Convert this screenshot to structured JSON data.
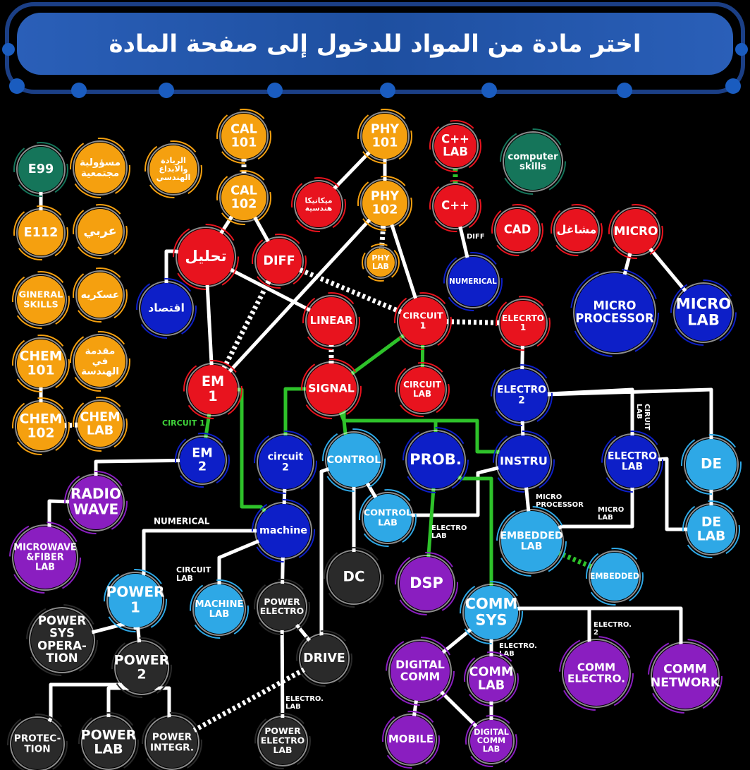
{
  "header": {
    "title": "اختر مادة من المواد للدخول إلى صفحة المادة"
  },
  "palette": {
    "orange": "#f5a00f",
    "green": "#15755a",
    "red": "#e8131e",
    "blue": "#0d1fc8",
    "cyan": "#2ea8e6",
    "purple": "#8a1ec0",
    "dark": "#2a2a2a",
    "link_white": "#ffffff",
    "link_green": "#2ec22a",
    "header": "#1e4fa0"
  },
  "nodes": [
    {
      "id": "e99",
      "lines": [
        "E99"
      ],
      "color": "green"
    },
    {
      "id": "social",
      "lines": [
        "مسؤولية",
        "مجتمعية"
      ],
      "color": "orange"
    },
    {
      "id": "e112",
      "lines": [
        "E112"
      ],
      "color": "orange"
    },
    {
      "id": "arabic",
      "lines": [
        "عربي"
      ],
      "color": "orange"
    },
    {
      "id": "gskills",
      "lines": [
        "GINERAL",
        "SKILLS"
      ],
      "color": "orange"
    },
    {
      "id": "military",
      "lines": [
        "عسكريه"
      ],
      "color": "orange"
    },
    {
      "id": "chem101",
      "lines": [
        "CHEM",
        "101"
      ],
      "color": "orange"
    },
    {
      "id": "intro",
      "lines": [
        "مقدمة",
        "في",
        "الهندسة"
      ],
      "color": "orange"
    },
    {
      "id": "chem102",
      "lines": [
        "CHEM",
        "102"
      ],
      "color": "orange"
    },
    {
      "id": "chemlab",
      "lines": [
        "CHEM",
        "LAB"
      ],
      "color": "orange"
    },
    {
      "id": "entre",
      "lines": [
        "الريادة",
        "والابداع",
        "الهندسي"
      ],
      "color": "orange"
    },
    {
      "id": "cal101",
      "lines": [
        "CAL",
        "101"
      ],
      "color": "orange"
    },
    {
      "id": "cal102",
      "lines": [
        "CAL",
        "102"
      ],
      "color": "orange"
    },
    {
      "id": "phy101",
      "lines": [
        "PHY",
        "101"
      ],
      "color": "orange"
    },
    {
      "id": "phy102",
      "lines": [
        "PHY",
        "102"
      ],
      "color": "orange"
    },
    {
      "id": "phylab",
      "lines": [
        "PHY",
        "LAB"
      ],
      "color": "orange"
    },
    {
      "id": "mech",
      "lines": [
        "ميكانيكا",
        "هندسية"
      ],
      "color": "red"
    },
    {
      "id": "cpplab",
      "lines": [
        "C++",
        "LAB"
      ],
      "color": "red"
    },
    {
      "id": "cpp",
      "lines": [
        "C++"
      ],
      "color": "red"
    },
    {
      "id": "cskills",
      "lines": [
        "computer",
        "skills"
      ],
      "color": "green"
    },
    {
      "id": "cad",
      "lines": [
        "CAD"
      ],
      "color": "red"
    },
    {
      "id": "workshop",
      "lines": [
        "مشاغل"
      ],
      "color": "red"
    },
    {
      "id": "micro",
      "lines": [
        "MICRO"
      ],
      "color": "red"
    },
    {
      "id": "analysis",
      "lines": [
        "تحليل"
      ],
      "color": "red"
    },
    {
      "id": "diff",
      "lines": [
        "DIFF"
      ],
      "color": "red"
    },
    {
      "id": "econ",
      "lines": [
        "اقتصاد"
      ],
      "color": "blue"
    },
    {
      "id": "numerical",
      "lines": [
        "NUMERICAL"
      ],
      "color": "blue"
    },
    {
      "id": "microproc",
      "lines": [
        "MICRO",
        "PROCESSOR"
      ],
      "color": "blue"
    },
    {
      "id": "microlab",
      "lines": [
        "MICRO",
        "LAB"
      ],
      "color": "blue"
    },
    {
      "id": "linear",
      "lines": [
        "LINEAR"
      ],
      "color": "red"
    },
    {
      "id": "circuit1",
      "lines": [
        "CIRCUIT",
        "1"
      ],
      "color": "red"
    },
    {
      "id": "elecrto1",
      "lines": [
        "ELECRTO",
        "1"
      ],
      "color": "red"
    },
    {
      "id": "em1",
      "lines": [
        "EM",
        "1"
      ],
      "color": "red"
    },
    {
      "id": "signal",
      "lines": [
        "SIGNAL"
      ],
      "color": "red"
    },
    {
      "id": "circuitlab",
      "lines": [
        "CIRCUIT",
        "LAB"
      ],
      "color": "red"
    },
    {
      "id": "electro2",
      "lines": [
        "ELECTRO",
        "2"
      ],
      "color": "blue"
    },
    {
      "id": "em2",
      "lines": [
        "EM",
        "2"
      ],
      "color": "blue"
    },
    {
      "id": "circuit2",
      "lines": [
        "circuit",
        "2"
      ],
      "color": "blue"
    },
    {
      "id": "control",
      "lines": [
        "CONTROL"
      ],
      "color": "cyan"
    },
    {
      "id": "prob",
      "lines": [
        "PROB."
      ],
      "color": "blue"
    },
    {
      "id": "instru",
      "lines": [
        "INSTRU"
      ],
      "color": "blue"
    },
    {
      "id": "electrolab",
      "lines": [
        "ELECTRO",
        "LAB"
      ],
      "color": "blue"
    },
    {
      "id": "de",
      "lines": [
        "DE"
      ],
      "color": "cyan"
    },
    {
      "id": "radio",
      "lines": [
        "RADIO",
        "WAVE"
      ],
      "color": "purple"
    },
    {
      "id": "controllab",
      "lines": [
        "CONTROL",
        "LAB"
      ],
      "color": "cyan"
    },
    {
      "id": "microwave",
      "lines": [
        "MICROWAVE",
        "&FIBER",
        "LAB"
      ],
      "color": "purple"
    },
    {
      "id": "machine",
      "lines": [
        "machine"
      ],
      "color": "blue"
    },
    {
      "id": "dc",
      "lines": [
        "DC"
      ],
      "color": "dark"
    },
    {
      "id": "dsp",
      "lines": [
        "DSP"
      ],
      "color": "purple"
    },
    {
      "id": "embeddedlab",
      "lines": [
        "EMBEDDED",
        "LAB"
      ],
      "color": "cyan"
    },
    {
      "id": "delab",
      "lines": [
        "DE",
        "LAB"
      ],
      "color": "cyan"
    },
    {
      "id": "embedded",
      "lines": [
        "EMBEDDED"
      ],
      "color": "cyan"
    },
    {
      "id": "power1",
      "lines": [
        "POWER",
        "1"
      ],
      "color": "cyan"
    },
    {
      "id": "machinelab",
      "lines": [
        "MACHINE",
        "LAB"
      ],
      "color": "cyan"
    },
    {
      "id": "powerelectro",
      "lines": [
        "POWER",
        "ELECTRO"
      ],
      "color": "dark"
    },
    {
      "id": "comm",
      "lines": [
        "COMM",
        "SYS"
      ],
      "color": "cyan"
    },
    {
      "id": "powersys",
      "lines": [
        "POWER",
        "SYS",
        "OPERA-",
        "TION"
      ],
      "color": "dark"
    },
    {
      "id": "power2",
      "lines": [
        "POWER",
        "2"
      ],
      "color": "dark"
    },
    {
      "id": "drive",
      "lines": [
        "DRIVE"
      ],
      "color": "dark"
    },
    {
      "id": "digitalcomm",
      "lines": [
        "DIGITAL",
        "COMM"
      ],
      "color": "purple"
    },
    {
      "id": "commlab",
      "lines": [
        "COMM",
        "LAB"
      ],
      "color": "purple"
    },
    {
      "id": "commelectro",
      "lines": [
        "COMM",
        "ELECTRO."
      ],
      "color": "purple"
    },
    {
      "id": "commnetwork",
      "lines": [
        "COMM",
        "NETWORK"
      ],
      "color": "purple"
    },
    {
      "id": "protection",
      "lines": [
        "PROTEC-",
        "TION"
      ],
      "color": "dark"
    },
    {
      "id": "powerlab",
      "lines": [
        "POWER",
        "LAB"
      ],
      "color": "dark"
    },
    {
      "id": "powerintegr",
      "lines": [
        "POWER",
        "INTEGR."
      ],
      "color": "dark"
    },
    {
      "id": "powerelectrolab",
      "lines": [
        "POWER",
        "ELECTRO",
        "LAB"
      ],
      "color": "dark"
    },
    {
      "id": "mobile",
      "lines": [
        "MOBILE"
      ],
      "color": "purple"
    },
    {
      "id": "digitalcommlab",
      "lines": [
        "DIGITAL",
        "COMM",
        "LAB"
      ],
      "color": "purple"
    }
  ],
  "links": [
    {
      "from": "e99",
      "to": "e112",
      "style": "solid",
      "color": "link_white"
    },
    {
      "from": "chem101",
      "to": "chem102",
      "style": "solid",
      "color": "link_white"
    },
    {
      "from": "chem102",
      "to": "chemlab",
      "style": "dashed",
      "color": "link_white"
    },
    {
      "from": "cal101",
      "to": "cal102",
      "style": "dashed",
      "color": "link_white"
    },
    {
      "from": "phy101",
      "to": "phy102",
      "style": "solid",
      "color": "link_white"
    },
    {
      "from": "phy101",
      "to": "mech",
      "style": "solid",
      "color": "link_white"
    },
    {
      "from": "phy102",
      "to": "phylab",
      "style": "dashed",
      "color": "link_white"
    },
    {
      "from": "cpplab",
      "to": "cpp",
      "style": "dashed",
      "color": "link_green"
    },
    {
      "from": "micro",
      "to": "microproc",
      "style": "solid",
      "color": "link_white"
    },
    {
      "from": "micro",
      "to": "microlab",
      "style": "solid",
      "color": "link_white"
    },
    {
      "from": "cal102",
      "to": "analysis",
      "style": "solid",
      "color": "link_white"
    },
    {
      "from": "cal102",
      "to": "diff",
      "style": "solid",
      "color": "link_white"
    },
    {
      "from": "analysis",
      "to": "econ",
      "style": "elbow",
      "color": "link_white"
    },
    {
      "from": "analysis",
      "to": "em1",
      "style": "solid",
      "color": "link_white"
    },
    {
      "from": "analysis",
      "to": "linear",
      "style": "solid",
      "color": "link_white"
    },
    {
      "from": "diff",
      "to": "em1",
      "style": "dashed",
      "color": "link_white"
    },
    {
      "from": "diff",
      "to": "circuit1",
      "style": "dashed",
      "color": "link_white"
    },
    {
      "from": "phy102",
      "to": "em1",
      "style": "solid",
      "color": "link_white"
    },
    {
      "from": "phy102",
      "to": "circuit1",
      "style": "solid",
      "color": "link_white"
    },
    {
      "from": "cpp",
      "to": "numerical",
      "style": "solid",
      "color": "link_white"
    },
    {
      "from": "circuit1",
      "to": "elecrto1",
      "style": "dashed",
      "color": "link_white"
    },
    {
      "from": "circuit1",
      "to": "signal",
      "style": "solid",
      "color": "link_green"
    },
    {
      "from": "circuit1",
      "to": "circuitlab",
      "style": "solid",
      "color": "link_green"
    },
    {
      "from": "linear",
      "to": "signal",
      "style": "dashed",
      "color": "link_white"
    },
    {
      "from": "elecrto1",
      "to": "electro2",
      "style": "solid",
      "color": "link_white"
    },
    {
      "from": "em1",
      "to": "em2",
      "style": "solid",
      "color": "link_green"
    },
    {
      "from": "em1",
      "to": "machine",
      "style": "elbow",
      "color": "link_green"
    },
    {
      "from": "signal",
      "to": "circuit2",
      "style": "elbow",
      "color": "link_green"
    },
    {
      "from": "signal",
      "to": "control",
      "style": "elbow",
      "color": "link_green"
    },
    {
      "from": "signal",
      "to": "prob",
      "style": "elbow",
      "color": "link_green"
    },
    {
      "from": "signal",
      "to": "instru",
      "style": "elbow",
      "color": "link_green"
    },
    {
      "from": "electro2",
      "to": "instru",
      "style": "solid",
      "color": "link_white"
    },
    {
      "from": "electro2",
      "to": "electrolab",
      "style": "elbow",
      "color": "link_white"
    },
    {
      "from": "electro2",
      "to": "de",
      "style": "elbow",
      "color": "link_white"
    },
    {
      "from": "em2",
      "to": "radio",
      "style": "elbow",
      "color": "link_white"
    },
    {
      "from": "radio",
      "to": "microwave",
      "style": "elbow",
      "color": "link_white"
    },
    {
      "from": "circuit2",
      "to": "machine",
      "style": "solid",
      "color": "link_white"
    },
    {
      "from": "control",
      "to": "controllab",
      "style": "solid",
      "color": "link_white"
    },
    {
      "from": "control",
      "to": "dc",
      "style": "solid",
      "color": "link_white"
    },
    {
      "from": "instru",
      "to": "controllab",
      "style": "elbow",
      "color": "link_white"
    },
    {
      "from": "instru",
      "to": "embeddedlab",
      "style": "solid",
      "color": "link_white"
    },
    {
      "from": "prob",
      "to": "dsp",
      "style": "solid",
      "color": "link_green"
    },
    {
      "from": "prob",
      "to": "comm",
      "style": "elbow",
      "color": "link_green"
    },
    {
      "from": "electrolab",
      "to": "embeddedlab",
      "style": "elbow",
      "color": "link_white"
    },
    {
      "from": "de",
      "to": "delab",
      "style": "solid",
      "color": "link_white"
    },
    {
      "from": "electrolab",
      "to": "delab",
      "style": "elbow",
      "color": "link_white"
    },
    {
      "from": "embeddedlab",
      "to": "embedded",
      "style": "dashed",
      "color": "link_green"
    },
    {
      "from": "machine",
      "to": "power1",
      "style": "elbow",
      "color": "link_white"
    },
    {
      "from": "machine",
      "to": "machinelab",
      "style": "elbow",
      "color": "link_white"
    },
    {
      "from": "machine",
      "to": "powerelectro",
      "style": "solid",
      "color": "link_white"
    },
    {
      "from": "power1",
      "to": "powersys",
      "style": "elbow",
      "color": "link_white"
    },
    {
      "from": "power1",
      "to": "power2",
      "style": "solid",
      "color": "link_white"
    },
    {
      "from": "powerelectro",
      "to": "drive",
      "style": "solid",
      "color": "link_white"
    },
    {
      "from": "powerelectro",
      "to": "powerelectrolab",
      "style": "solid",
      "color": "link_white"
    },
    {
      "from": "control",
      "to": "drive",
      "style": "elbow",
      "color": "link_white"
    },
    {
      "from": "drive",
      "to": "powerintegr",
      "style": "dashed",
      "color": "link_white"
    },
    {
      "from": "power2",
      "to": "protection",
      "style": "elbow",
      "color": "link_white"
    },
    {
      "from": "power2",
      "to": "powerlab",
      "style": "elbow",
      "color": "link_white"
    },
    {
      "from": "power2",
      "to": "powerintegr",
      "style": "elbow",
      "color": "link_white"
    },
    {
      "from": "comm",
      "to": "digitalcomm",
      "style": "solid",
      "color": "link_white"
    },
    {
      "from": "comm",
      "to": "commlab",
      "style": "solid",
      "color": "link_white"
    },
    {
      "from": "comm",
      "to": "commelectro",
      "style": "elbow",
      "color": "link_white"
    },
    {
      "from": "comm",
      "to": "commnetwork",
      "style": "elbow",
      "color": "link_white"
    },
    {
      "from": "digitalcomm",
      "to": "mobile",
      "style": "solid",
      "color": "link_white"
    },
    {
      "from": "digitalcomm",
      "to": "digitalcommlab",
      "style": "solid",
      "color": "link_white"
    },
    {
      "from": "commlab",
      "to": "digitalcommlab",
      "style": "solid",
      "color": "link_white"
    }
  ],
  "link_labels": [
    {
      "id": "diff",
      "lines": [
        "DIFF"
      ],
      "color": "link_white"
    },
    {
      "id": "circuit1",
      "lines": [
        "CIRCUIT 1"
      ],
      "color": "link_green"
    },
    {
      "id": "numerical",
      "lines": [
        "NUMERICAL"
      ],
      "color": "link_white"
    },
    {
      "id": "circuitlab_machine",
      "lines": [
        "CIRCUIT",
        "LAB"
      ],
      "color": "link_white"
    },
    {
      "id": "electrolab_prob",
      "lines": [
        "ELECTRO",
        "LAB"
      ],
      "color": "link_white"
    },
    {
      "id": "circuitlab_electro",
      "lines": [
        "CIRUIT",
        "LAB"
      ],
      "color": "link_white"
    },
    {
      "id": "microprocessor",
      "lines": [
        "MICRO",
        "PROCESSOR"
      ],
      "color": "link_white"
    },
    {
      "id": "microlab",
      "lines": [
        "MICRO",
        "LAB"
      ],
      "color": "link_white"
    },
    {
      "id": "electro2_commelectro",
      "lines": [
        "ELECTRO.",
        "2"
      ],
      "color": "link_white"
    },
    {
      "id": "electrolab_comm",
      "lines": [
        "ELECTRO.",
        "LAB"
      ],
      "color": "link_white"
    },
    {
      "id": "electrolab_drive",
      "lines": [
        "ELECTRO.",
        "LAB"
      ],
      "color": "link_white"
    }
  ]
}
